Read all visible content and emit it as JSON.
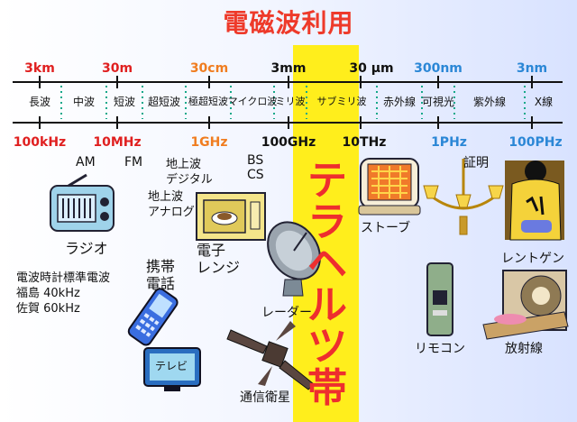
{
  "title": "電磁波利用",
  "wavelengths": [
    {
      "text": "3km",
      "color": "#e02020"
    },
    {
      "text": "30m",
      "color": "#e02020"
    },
    {
      "text": "30cm",
      "color": "#f07d20"
    },
    {
      "text": "3mm",
      "color": "#111111"
    },
    {
      "text": "30 μm",
      "color": "#111111"
    },
    {
      "text": "300nm",
      "color": "#2b87d6"
    },
    {
      "text": "3nm",
      "color": "#2b87d6"
    }
  ],
  "bands": [
    "長波",
    "中波",
    "短波",
    "超短波",
    "極超短波",
    "マイクロ波",
    "ミリ波",
    "サブミリ波",
    "赤外線",
    "可視光",
    "紫外線",
    "X線"
  ],
  "frequencies": [
    {
      "text": "100kHz",
      "color": "#e02020"
    },
    {
      "text": "10MHz",
      "color": "#e02020"
    },
    {
      "text": "1GHz",
      "color": "#f07d20"
    },
    {
      "text": "100GHz",
      "color": "#111111"
    },
    {
      "text": "10THz",
      "color": "#111111"
    },
    {
      "text": "1PHz",
      "color": "#2b87d6"
    },
    {
      "text": "100PHz",
      "color": "#2b87d6"
    }
  ],
  "terahertz_label": "テラヘルツ帯",
  "labels": {
    "am": "AM",
    "fm": "FM",
    "digital_tv": "地上波\nデジタル",
    "analog_tv": "地上波\nアナログ",
    "bs": "BS",
    "cs": "CS",
    "radio": "ラジオ",
    "time_signal": "電波時計標準電波\n福島 40kHz\n佐賀 60kHz",
    "microwave": "電子\nレンジ",
    "mobile": "携帯\n電話",
    "tv_screen": "テレビ",
    "radar": "レーダー",
    "satellite": "通信衛星",
    "stove": "ストーブ",
    "lighting": "証明",
    "xray": "レントゲン",
    "remote": "リモコン",
    "radiation": "放射線"
  }
}
